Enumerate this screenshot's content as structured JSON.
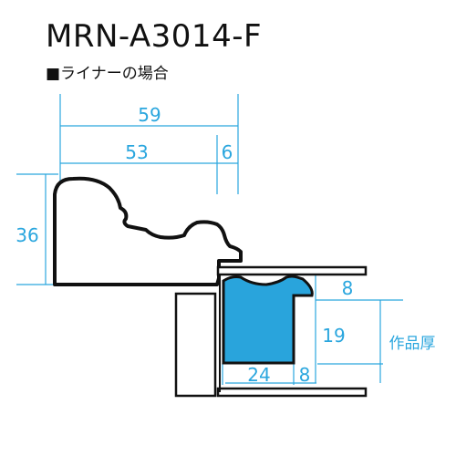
{
  "title": "MRN-A3014-F",
  "subtitle": "■ライナーの場合",
  "dimensions": {
    "total_width": "59",
    "frame_width": "53",
    "lip_width": "6",
    "height": "36",
    "liner_top": "8",
    "liner_depth": "19",
    "liner_width": "24",
    "liner_lip": "8",
    "artwork_thickness": "作品厚"
  },
  "colors": {
    "dimension": "#2aa6de",
    "liner_fill": "#29a4dc",
    "outline": "#111111"
  }
}
